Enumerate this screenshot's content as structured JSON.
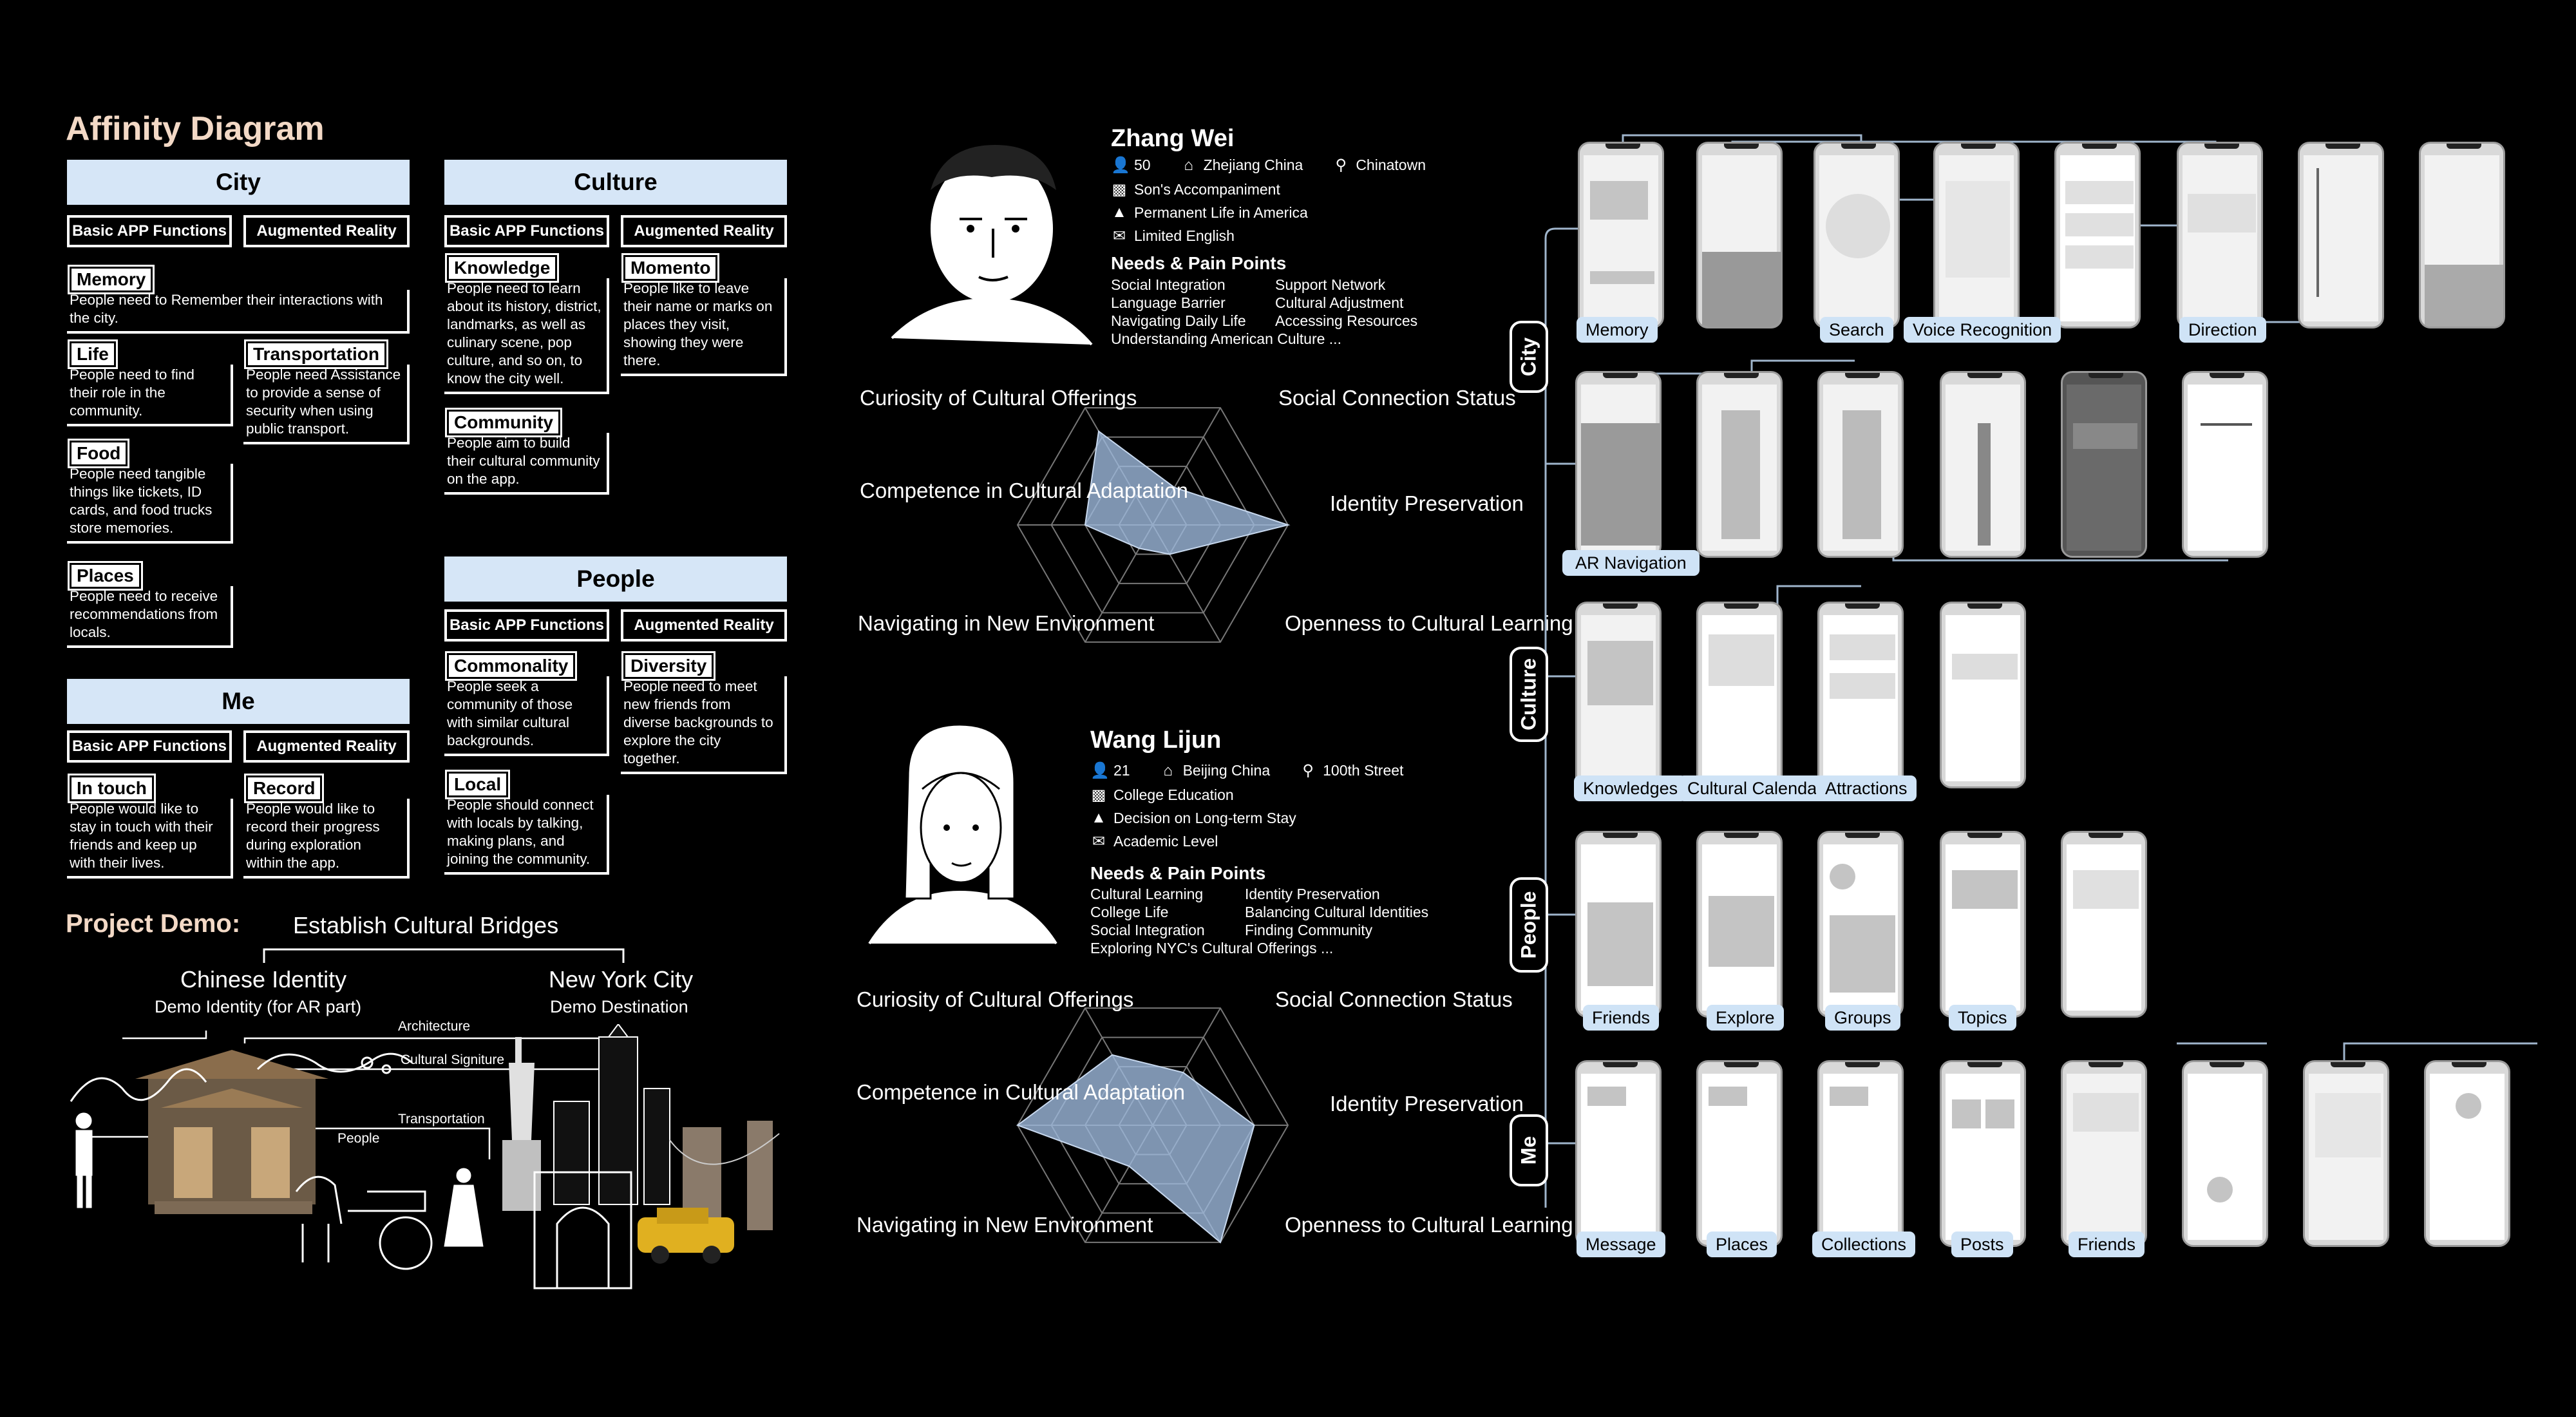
{
  "affinity": {
    "title": "Affinity Diagram",
    "basic": "Basic APP Functions",
    "ar": "Augmented Reality",
    "city": {
      "title": "City",
      "memory": {
        "tag": "Memory",
        "text": "People need to Remember their interactions with the city."
      },
      "life": {
        "tag": "Life",
        "text": "People need to find their role in the community."
      },
      "transportation": {
        "tag": "Transportation",
        "text": "People need Assistance to provide a sense of security when using public transport."
      },
      "food": {
        "tag": "Food",
        "text": "People need tangible things like tickets, ID cards, and food trucks store memories."
      },
      "places": {
        "tag": "Places",
        "text": "People need to receive recommendations from locals."
      }
    },
    "culture": {
      "title": "Culture",
      "knowledge": {
        "tag": "Knowledge",
        "text": "People need to learn about its history, district, landmarks, as well as culinary scene, pop culture, and so on, to know the city well."
      },
      "momento": {
        "tag": "Momento",
        "text": "People like to leave their name or marks on places they visit, showing they were there."
      },
      "community": {
        "tag": "Community",
        "text": "People aim to build their cultural community on the app."
      }
    },
    "people": {
      "title": "People",
      "commonality": {
        "tag": "Commonality",
        "text": "People seek a community of those with similar cultural backgrounds."
      },
      "diversity": {
        "tag": "Diversity",
        "text": "People need to meet new friends from diverse backgrounds to explore the city together."
      },
      "local": {
        "tag": "Local",
        "text": "People should connect with locals by talking, making plans, and joining the community."
      }
    },
    "me": {
      "title": "Me",
      "intouch": {
        "tag": "In touch",
        "text": "People would like to stay in touch with their friends and keep up with their lives."
      },
      "record": {
        "tag": "Record",
        "text": "People would like to record their progress during exploration within the app."
      }
    }
  },
  "demo": {
    "title": "Project Demo:",
    "bridge": "Establish Cultural Bridges",
    "left_title": "Chinese Identity",
    "left_sub": "Demo Identity (for AR part)",
    "right_title": "New York City",
    "right_sub": "Demo Destination",
    "links": [
      "Architecture",
      "Cultural Signiture",
      "Transportation",
      "People"
    ]
  },
  "personas": [
    {
      "name": "Zhang Wei",
      "age": "50",
      "home": "Zhejiang China",
      "location": "Chinatown",
      "reason": "Son's Accompaniment",
      "stay": "Permanent Life in America",
      "language": "Limited English",
      "needs_title": "Needs & Pain Points",
      "needs": [
        "Social Integration",
        "Support Network",
        "Language Barrier",
        "Cultural Adjustment",
        "Navigating Daily Life",
        "Accessing Resources",
        "Understanding American Culture ..."
      ],
      "radar": {
        "axes": [
          "Curiosity of Cultural Offerings",
          "Social Connection Status",
          "Identity Preservation",
          "Openness to Cultural Learning",
          "Navigating in New Environment",
          "Competence in Cultural Adaptation"
        ],
        "values": [
          0.8,
          0.32,
          1.0,
          0.25,
          0.2,
          0.5
        ]
      }
    },
    {
      "name": "Wang Lijun",
      "age": "21",
      "home": "Beijing China",
      "location": "100th Street",
      "reason": "College Education",
      "stay": "Decision on Long-term Stay",
      "language": "Academic Level",
      "needs_title": "Needs & Pain Points",
      "needs": [
        "Cultural Learning",
        "Identity Preservation",
        "College Life",
        "Balancing Cultural Identities",
        "Social Integration",
        "Finding Community",
        "Exploring NYC's Cultural Offerings ..."
      ],
      "radar": {
        "axes": [
          "Curiosity of Cultural Offerings",
          "Social Connection Status",
          "Identity Preservation",
          "Openness to Cultural Learning",
          "Navigating in New Environment",
          "Competence in Cultural Adaptation"
        ],
        "values": [
          0.6,
          0.45,
          0.75,
          1.0,
          0.35,
          1.0
        ]
      }
    }
  ],
  "flows": {
    "sections": [
      "City",
      "Culture",
      "People",
      "Me"
    ],
    "labels": {
      "memory": "Memory",
      "search": "Search",
      "voice": "Voice Recognition",
      "direction": "Direction",
      "ar_nav": "AR Navigation",
      "knowledges": "Knowledges",
      "calendar": "Cultural Calendar",
      "attractions": "Attractions",
      "friends": "Friends",
      "explore": "Explore",
      "groups": "Groups",
      "topics": "Topics",
      "message": "Message",
      "places": "Places",
      "collections": "Collections",
      "posts": "Posts",
      "friends2": "Friends"
    }
  },
  "colors": {
    "accent": "#d6e6f7",
    "title": "#f3d9c6",
    "radar_fill": "#9db9dc",
    "connector": "#9fb5cc"
  }
}
